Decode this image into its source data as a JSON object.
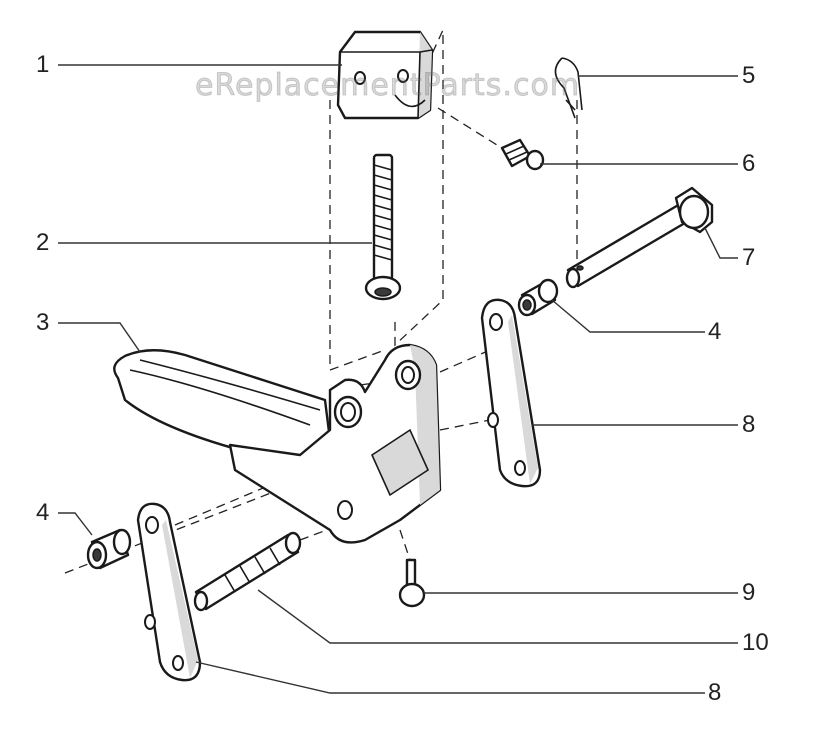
{
  "watermark": "eReplacementParts.com",
  "callouts": [
    {
      "id": "c1",
      "text": "1"
    },
    {
      "id": "c2",
      "text": "2"
    },
    {
      "id": "c3",
      "text": "3"
    },
    {
      "id": "c4a",
      "text": "4"
    },
    {
      "id": "c4b",
      "text": "4"
    },
    {
      "id": "c5",
      "text": "5"
    },
    {
      "id": "c6",
      "text": "6"
    },
    {
      "id": "c7",
      "text": "7"
    },
    {
      "id": "c8a",
      "text": "8"
    },
    {
      "id": "c8b",
      "text": "8"
    },
    {
      "id": "c9",
      "text": "9"
    },
    {
      "id": "c10",
      "text": "10"
    }
  ]
}
